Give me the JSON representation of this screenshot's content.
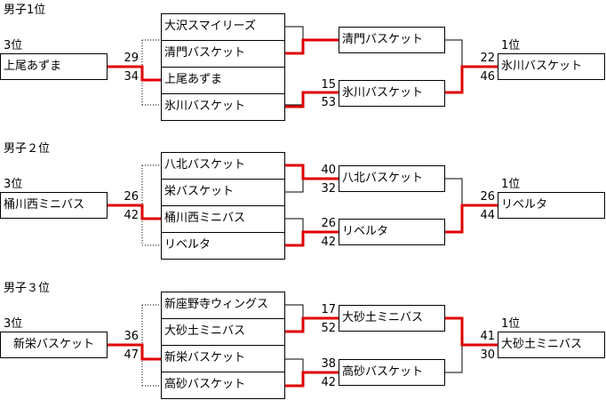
{
  "brackets": [
    {
      "title": "男子1位",
      "rank_left": "3位",
      "team_left": "上尾あずま",
      "left_scores": [
        "29",
        "34"
      ],
      "teams_col2": [
        "大沢スマイリーズ",
        "清門バスケット",
        "上尾あずま",
        "氷川バスケット"
      ],
      "teams_col3": [
        "清門バスケット",
        "氷川バスケット"
      ],
      "col3_scores": [
        "15",
        "53"
      ],
      "rank_right": "1位",
      "team_right": "氷川バスケット",
      "right_scores": [
        "22",
        "46"
      ]
    },
    {
      "title": "男子２位",
      "rank_left": "3位",
      "team_left": "桶川西ミニバス",
      "left_scores": [
        "26",
        "42"
      ],
      "teams_col2": [
        "八北バスケット",
        "栄バスケット",
        "桶川西ミニバス",
        "リベルタ"
      ],
      "teams_col3": [
        "八北バスケット",
        "リベルタ"
      ],
      "col3_top_scores": [
        "40",
        "32"
      ],
      "col3_scores": [
        "26",
        "42"
      ],
      "rank_right": "1位",
      "team_right": "リベルタ",
      "right_scores": [
        "26",
        "44"
      ]
    },
    {
      "title": "男子３位",
      "rank_left": "3位",
      "team_left": "新栄バスケット",
      "left_scores": [
        "36",
        "47"
      ],
      "teams_col2": [
        "新座野寺ウィングス",
        "大砂土ミニバス",
        "新栄バスケット",
        "高砂バスケット"
      ],
      "teams_col3": [
        "大砂土ミニバス",
        "高砂バスケット"
      ],
      "col3_top_scores": [
        "17",
        "52"
      ],
      "col3_scores": [
        "38",
        "42"
      ],
      "rank_right": "1位",
      "team_right": "大砂土ミニバス",
      "right_scores": [
        "41",
        "30"
      ]
    }
  ]
}
